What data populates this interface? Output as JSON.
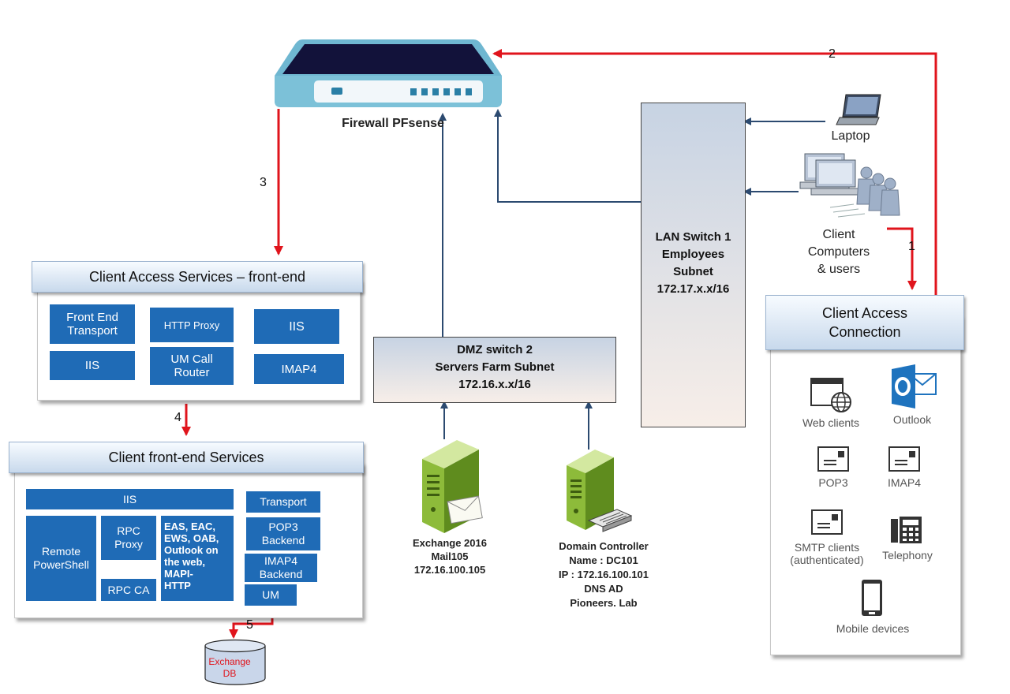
{
  "firewall": {
    "label": "Firewall  PFsense"
  },
  "lan_switch": {
    "label": "LAN  Switch 1\nEmployees\nSubnet\n172.17.x.x/16"
  },
  "dmz_switch": {
    "label": "DMZ  switch  2\nServers Farm  Subnet\n172.16.x.x/16"
  },
  "laptop": {
    "label": "Laptop"
  },
  "client_computers": {
    "label": "Client\nComputers\n& users"
  },
  "steps": [
    "1",
    "2",
    "3",
    "4",
    "5"
  ],
  "cas_frontend": {
    "title": "Client  Access Services – front-end",
    "tiles": [
      "Front End\nTransport",
      "HTTP Proxy",
      "IIS",
      "IIS",
      "UM Call\nRouter",
      "IMAP4"
    ]
  },
  "client_frontend": {
    "title": "Client   front-end  Services",
    "iis": "IIS",
    "remote_powershell": "Remote\nPowerShell",
    "rpc_proxy": "RPC\nProxy",
    "rpc_ca": "RPC CA",
    "eas": "EAS, EAC,\nEWS, OAB,\nOutlook on\nthe web,\nMAPI-\nHTTP",
    "transport": "Transport",
    "pop3": "POP3\nBackend",
    "imap4": "IMAP4\nBackend",
    "um": "UM"
  },
  "exchange_db": {
    "label": "Exchange\nDB"
  },
  "exchange_server": {
    "label": "Exchange 2016\nMail105\n172.16.100.105"
  },
  "domain_controller": {
    "label": "Domain Controller\nName : DC101\nIP : 172.16.100.101\nDNS AD\nPioneers. Lab"
  },
  "client_access_connection": {
    "title": "Client Access\nConnection",
    "items": [
      "Web clients",
      "Outlook",
      "POP3",
      "IMAP4",
      "SMTP clients\n(authenticated)",
      "Telephony",
      "Mobile devices"
    ]
  },
  "colors": {
    "red_path": "#e0141c",
    "blue_path": "#2c4a70",
    "tile_blue": "#1f6bb6",
    "outlook_blue": "#1e73be"
  }
}
